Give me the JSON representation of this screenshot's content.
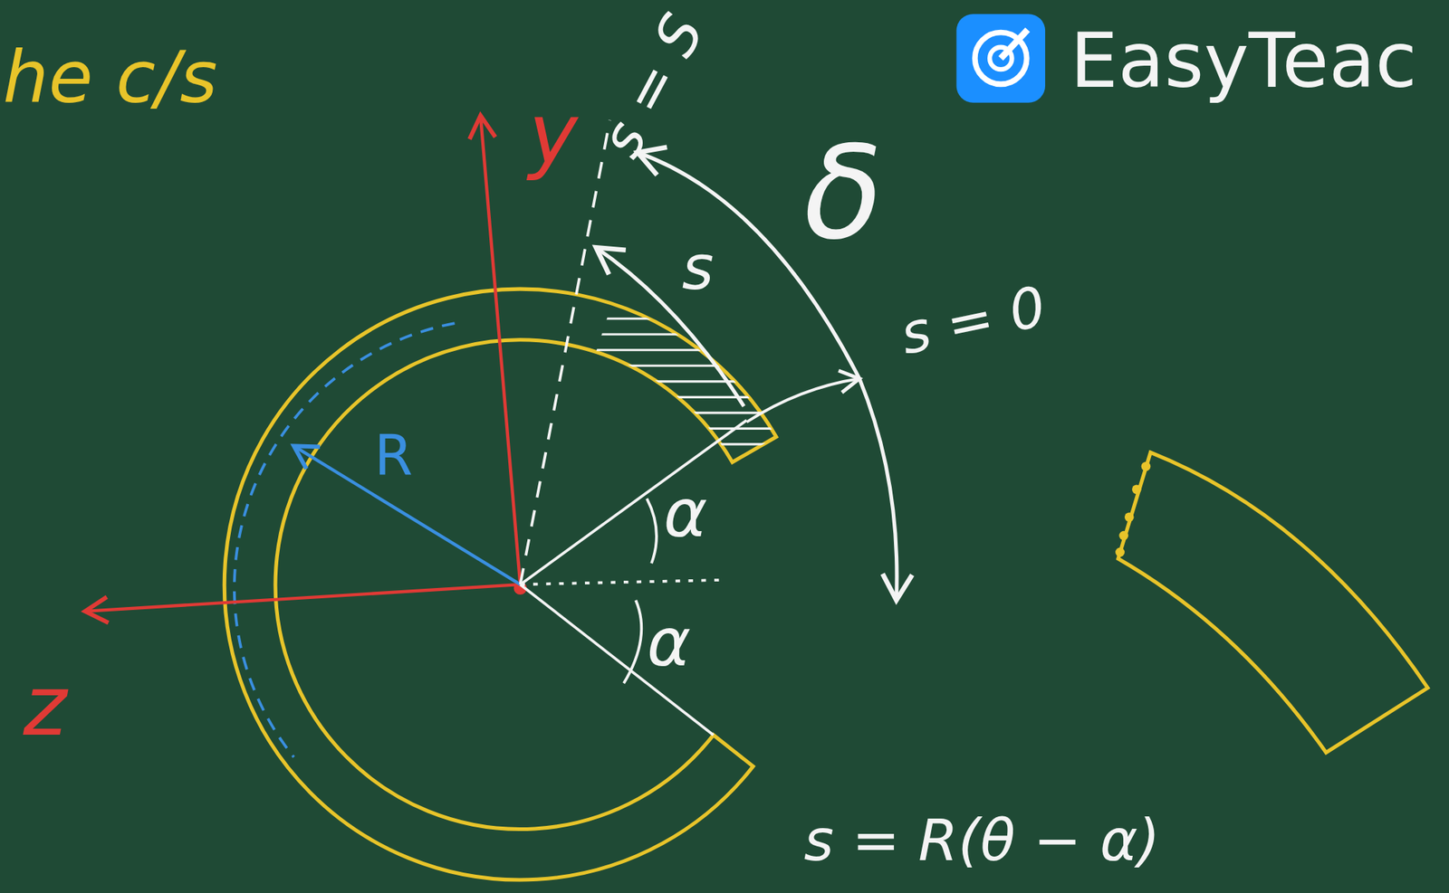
{
  "diagram": {
    "labels": [
      "he c/s",
      "y",
      "z",
      "R",
      "s",
      "s = S",
      "s = 0",
      "α",
      "α",
      "δ",
      "EasyTeac",
      "s = R(θ − α)"
    ]
  }
}
